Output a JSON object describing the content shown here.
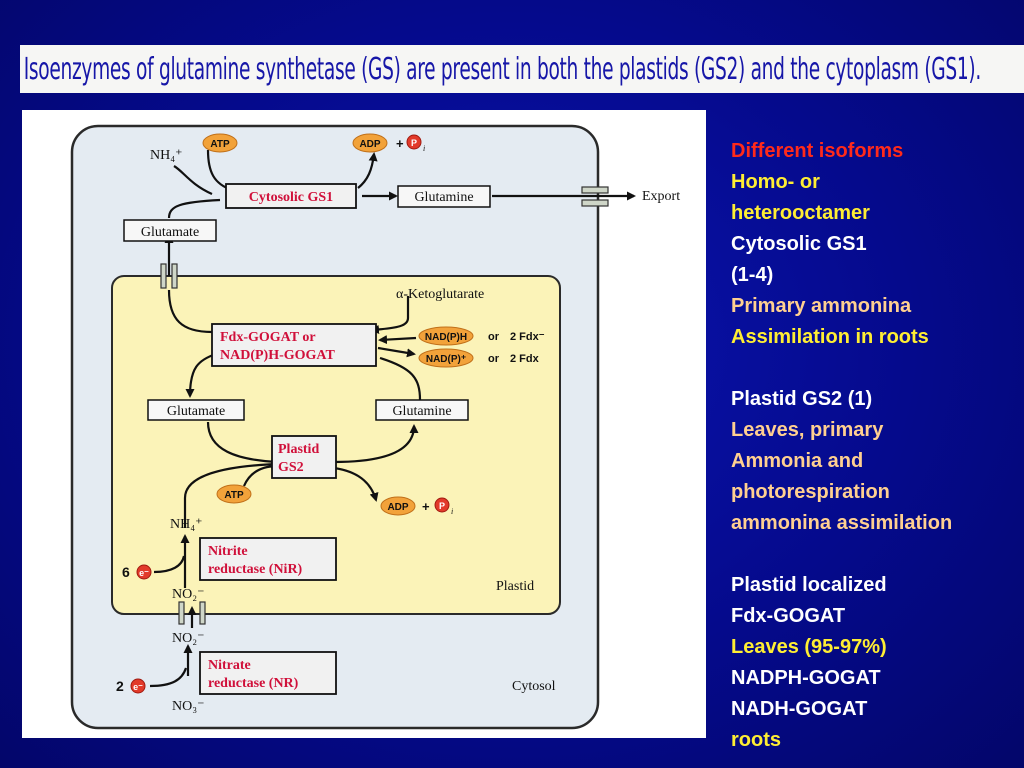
{
  "title": "Isoenzymes of glutamine synthetase (GS) are present in both the plastids (GS2) and the cytoplasm (GS1).",
  "figure": {
    "nh4_top": "NH₄⁺",
    "atp": "ATP",
    "adp": "ADP",
    "plus": "+",
    "pi": "P",
    "pi_sub": "i",
    "cytosolic_gs1": "Cytosolic GS1",
    "glutamine": "Glutamine",
    "export": "Export",
    "glutamate": "Glutamate",
    "ketoglutarate": "α-Ketoglutarate",
    "gogat_line1": "Fdx-GOGAT or",
    "gogat_line2": "NAD(P)H-GOGAT",
    "nadph": "NAD(P)H",
    "nadp": "NAD(P)⁺",
    "or": "or",
    "fdx_red": "2 Fdx⁻",
    "fdx_ox": "2 Fdx",
    "plastid_gs2_line1": "Plastid",
    "plastid_gs2_line2": "GS2",
    "nh4_mid": "NH₄⁺",
    "six_e": "6",
    "nir_line1": "Nitrite",
    "nir_line2": "reductase (NiR)",
    "no2_a": "NO₂⁻",
    "no2_b": "NO₂⁻",
    "plastid_label": "Plastid",
    "two_e": "2",
    "nr_line1": "Nitrate",
    "nr_line2": "reductase (NR)",
    "no3": "NO₃⁻",
    "cytosol_label": "Cytosol",
    "e_minus": "e⁻"
  },
  "notes": [
    {
      "text": "Different isoforms",
      "color": "red"
    },
    {
      "text": "Homo- or",
      "color": "yellow"
    },
    {
      "text": "heterooctamer",
      "color": "yellow"
    },
    {
      "text": "Cytosolic GS1",
      "color": "white"
    },
    {
      "text": "(1-4)",
      "color": "white"
    },
    {
      "text": "Primary ammonina",
      "color": "peach"
    },
    {
      "text": "Assimilation in roots",
      "color": "yellow"
    },
    {
      "text": "",
      "color": "white"
    },
    {
      "text": "Plastid GS2 (1)",
      "color": "white"
    },
    {
      "text": "Leaves, primary",
      "color": "peach"
    },
    {
      "text": "Ammonia and",
      "color": "peach"
    },
    {
      "text": "photorespiration",
      "color": "peach"
    },
    {
      "text": "ammonina assimilation",
      "color": "peach"
    },
    {
      "text": "",
      "color": "white"
    },
    {
      "text": "Plastid localized",
      "color": "white"
    },
    {
      "text": "Fdx-GOGAT",
      "color": "white"
    },
    {
      "text": "Leaves (95-97%)",
      "color": "yellow"
    },
    {
      "text": "NADPH-GOGAT",
      "color": "white"
    },
    {
      "text": "NADH-GOGAT",
      "color": "white"
    },
    {
      "text": "roots",
      "color": "yellow"
    }
  ],
  "colors": {
    "background": "#050a8c",
    "title_text": "#1717a8",
    "enzyme_red": "#d0103a",
    "plastid_fill": "#fbf3b8",
    "cell_fill": "#e4ebf2",
    "atp_fill": "#f2a23a"
  }
}
